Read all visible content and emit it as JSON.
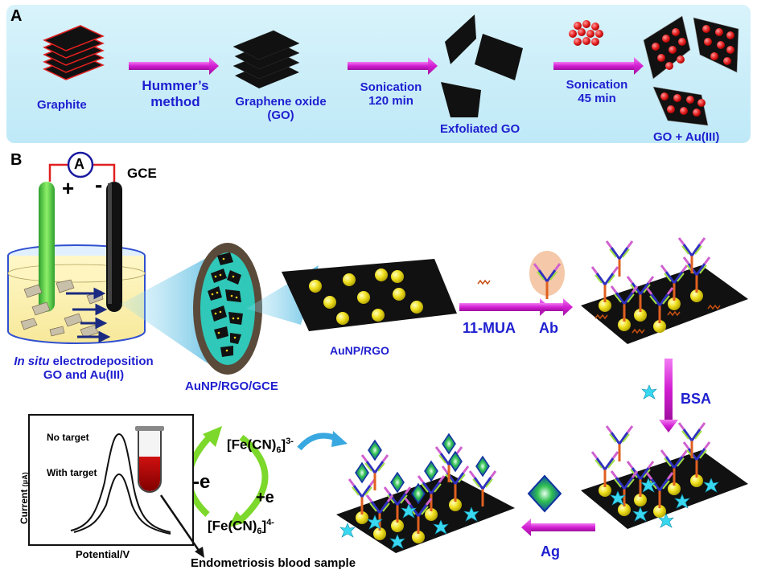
{
  "panel_a": {
    "letter": "A",
    "graphite": "Graphite",
    "hummers_line1": "Hummer’s",
    "hummers_line2": "method",
    "go_line1": "Graphene oxide",
    "go_line2": "(GO)",
    "sonication1_line1": "Sonication",
    "sonication1_line2": "120 min",
    "exfoliated": "Exfoliated GO",
    "sonication2_line1": "Sonication",
    "sonication2_line2": "45 min",
    "go_au": "GO + Au(III)"
  },
  "panel_b": {
    "letter": "B",
    "ammeter": "A",
    "plus": "+",
    "minus": "-",
    "gce": "GCE",
    "insitu_italic": "In situ",
    "insitu_rest": " electrodeposition",
    "insitu_line2": "GO and Au(III)",
    "aunp_rgo_gce": "AuNP/RGO/GCE",
    "aunp_rgo": "AuNP/RGO",
    "mua": "11-MUA",
    "ab": "Ab",
    "bsa": "BSA",
    "ag": "Ag",
    "no_target": "No target",
    "with_target": "With target",
    "current": "Current",
    "current_unit": "(μA)",
    "potential": "Potential/V",
    "minus_e": "-e",
    "plus_e": "+e",
    "fe3_base": "[Fe(CN)",
    "fe_sub": "6",
    "fe_close": "]",
    "fe3_sup": "3-",
    "fe4_sup": "4-",
    "blood_sample": "Endometriosis blood sample"
  },
  "colors": {
    "arrow_magenta": "#d21ed2",
    "label_blue": "#1f1fd0",
    "panel_bg": "#c7ecf8",
    "gold": "#f0e020",
    "bsa_cyan": "#38d8f0",
    "green_arrow": "#7cd82a"
  }
}
